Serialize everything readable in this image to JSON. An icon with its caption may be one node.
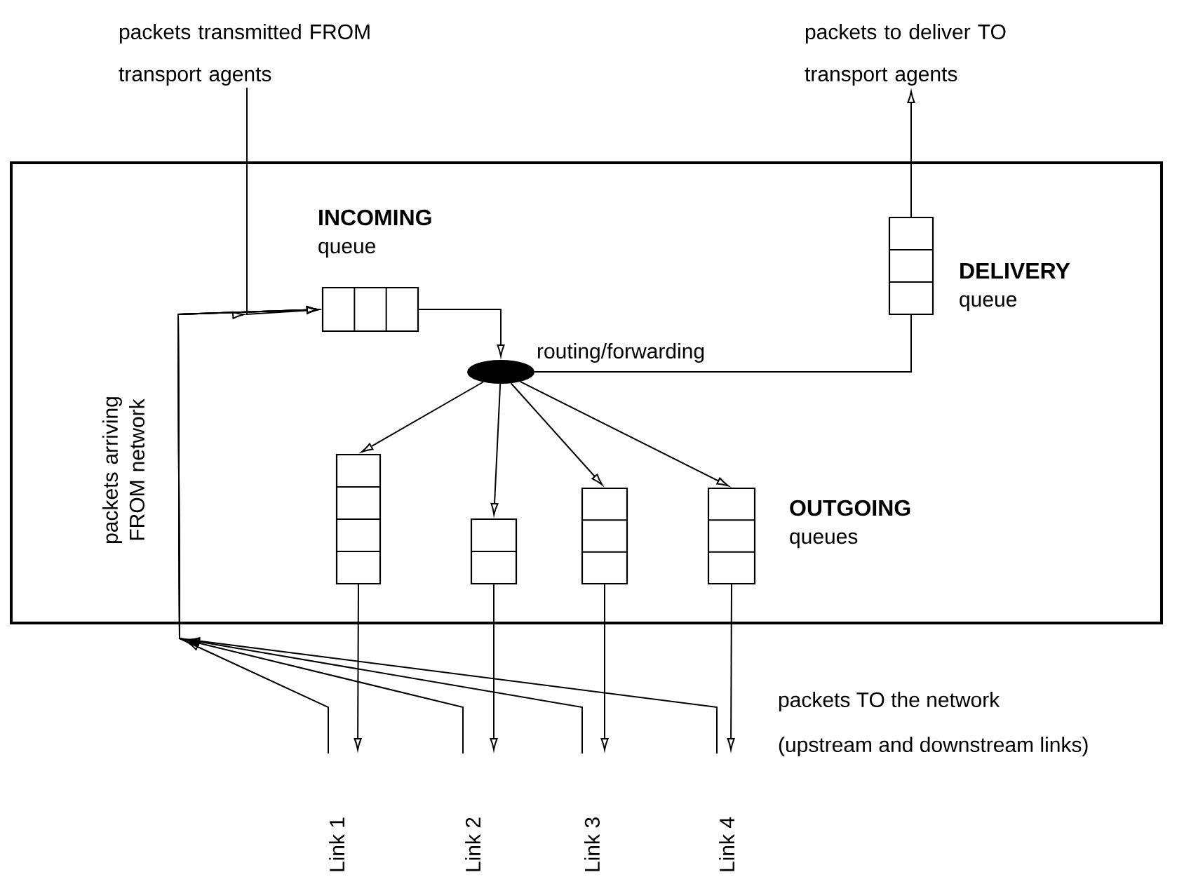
{
  "diagram": {
    "nodes": [
      {
        "text": [],
        "shape": "box"
      },
      {
        "text": [
          "packets transmitted FROM transport agents"
        ]
      },
      {
        "text": [
          "packets to deliver TO transport agents"
        ]
      },
      {
        "text": [
          "INCOMING",
          "queue"
        ],
        "in": 0
      },
      {
        "text": [
          "DELIVERY",
          "queue"
        ],
        "in": 0
      },
      {
        "text": [],
        "shape": "ellipse",
        "beside": [
          "routing/forwarding"
        ],
        "in": 0
      },
      {
        "text": [],
        "shape": "box",
        "in": 0
      },
      {
        "text": [],
        "shape": "box",
        "in": 0
      },
      {
        "text": [],
        "shape": "box",
        "in": 0
      },
      {
        "text": [],
        "shape": "box",
        "in": 0
      },
      {
        "text": [
          "Link 1"
        ]
      },
      {
        "text": [
          "Link 2"
        ]
      },
      {
        "text": [
          "Link 3"
        ]
      },
      {
        "text": [
          "Link 4"
        ]
      }
    ],
    "edges": [
      {
        "from": 1,
        "to": 3,
        "arrow": "to"
      },
      {
        "from": 3,
        "to": 5,
        "arrow": "to"
      },
      {
        "from": 5,
        "to": 4,
        "arrow": "none"
      },
      {
        "from": 4,
        "to": 2,
        "arrow": "to"
      },
      {
        "from": 5,
        "to": 6,
        "arrow": "to"
      },
      {
        "from": 5,
        "to": 7,
        "arrow": "to"
      },
      {
        "from": 5,
        "to": 8,
        "arrow": "to"
      },
      {
        "from": 5,
        "to": 9,
        "arrow": "to"
      },
      {
        "from": 6,
        "to": 10,
        "arrow": "to"
      },
      {
        "from": 7,
        "to": 11,
        "arrow": "to"
      },
      {
        "from": 8,
        "to": 12,
        "arrow": "to"
      },
      {
        "from": 9,
        "to": 13,
        "arrow": "to"
      },
      {
        "from": 10,
        "to": 3,
        "arrow": "to"
      },
      {
        "from": 11,
        "to": 3,
        "arrow": "to"
      },
      {
        "from": 12,
        "to": 3,
        "arrow": "to"
      },
      {
        "from": 13,
        "to": 3,
        "arrow": "to"
      }
    ],
    "labels": [
      "packets arriving FROM network",
      "OUTGOING",
      "queues",
      "packets TO the network",
      "(upstream and downstream links)"
    ]
  }
}
